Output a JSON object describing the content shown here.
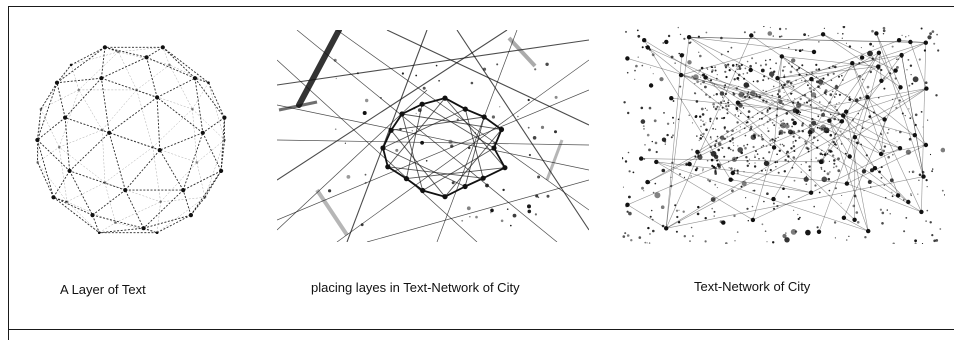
{
  "captions": {
    "layer": "A Layer of Text",
    "placing": "placing layes in Text-Network of City",
    "network": "Text-Network of City"
  },
  "colors": {
    "ink": "#111111",
    "line": "#1a1a1a",
    "background": "#ffffff"
  }
}
